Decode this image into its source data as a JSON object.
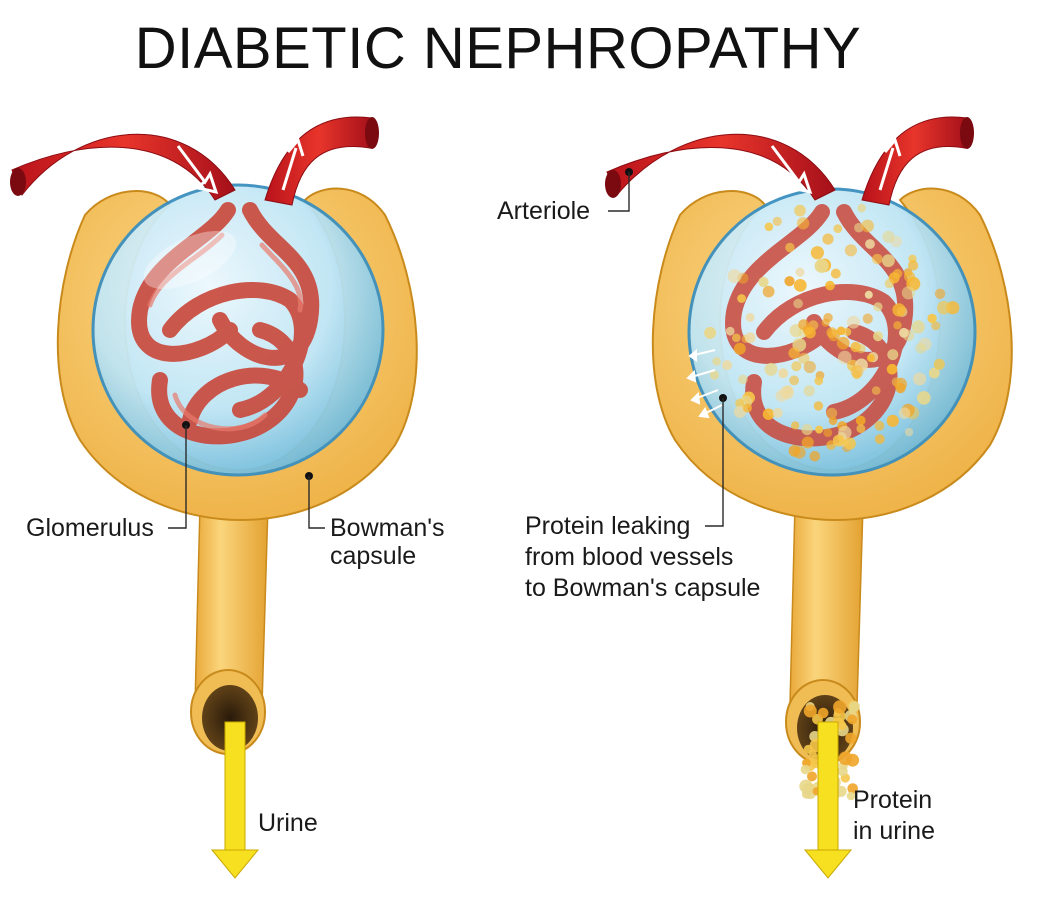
{
  "title": "DIABETIC NEPHROPATHY",
  "labels": {
    "glomerulus": "Glomerulus",
    "bowmans_capsule": [
      "Bowman's",
      "capsule"
    ],
    "arteriole": "Arteriole",
    "protein_leaking": [
      "Protein leaking",
      "from blood vessels",
      "to Bowman's capsule"
    ],
    "urine": "Urine",
    "protein_in_urine": [
      "Protein",
      "in urine"
    ]
  },
  "colors": {
    "capsule": "#f3c25b",
    "capsule_edge": "#c98a1c",
    "arteriole": "#d8231f",
    "glomerulus_vessel": "#c9473a",
    "membrane": "#a9dbef",
    "urine_arrow": "#f7e020",
    "protein": "#f0a52a"
  }
}
